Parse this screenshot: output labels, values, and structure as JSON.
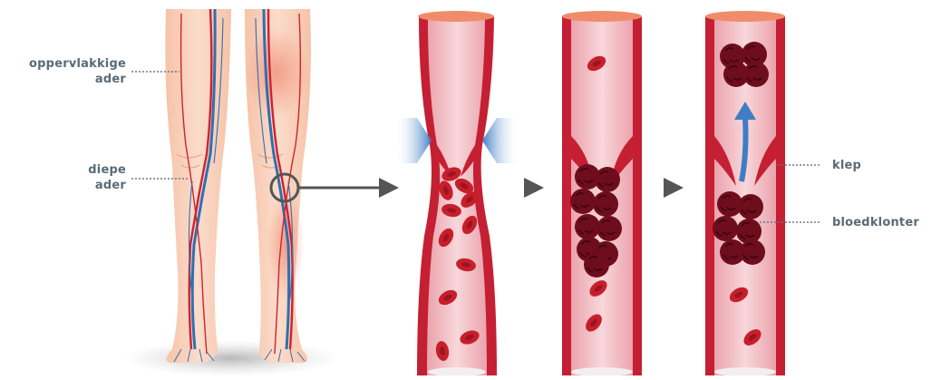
{
  "labels": {
    "superficial_vein_line1": "oppervlakkige",
    "superficial_vein_line2": "ader",
    "deep_vein_line1": "diepe",
    "deep_vein_line2": "ader",
    "valve": "klep",
    "blood_clot": "bloedklonter"
  },
  "colors": {
    "skin": "#f9d3bd",
    "skin_shadow": "#f4b79b",
    "vein_red": "#cf2230",
    "vein_blue": "#2f6fb3",
    "vessel_wall": "#c51f33",
    "vessel_lumen": "#f5c4c8",
    "vessel_rim": "#f08c6a",
    "red_cell": "#c61f2b",
    "clot": "#6e0d1c",
    "pressure_arrow": "#3f7ec4",
    "step_arrow": "#555555",
    "label_text": "#5a6b78"
  },
  "icons": [
    "pressure-arrow-icon",
    "step-arrow-icon",
    "flow-arrow-icon",
    "magnifier-circle-icon"
  ]
}
